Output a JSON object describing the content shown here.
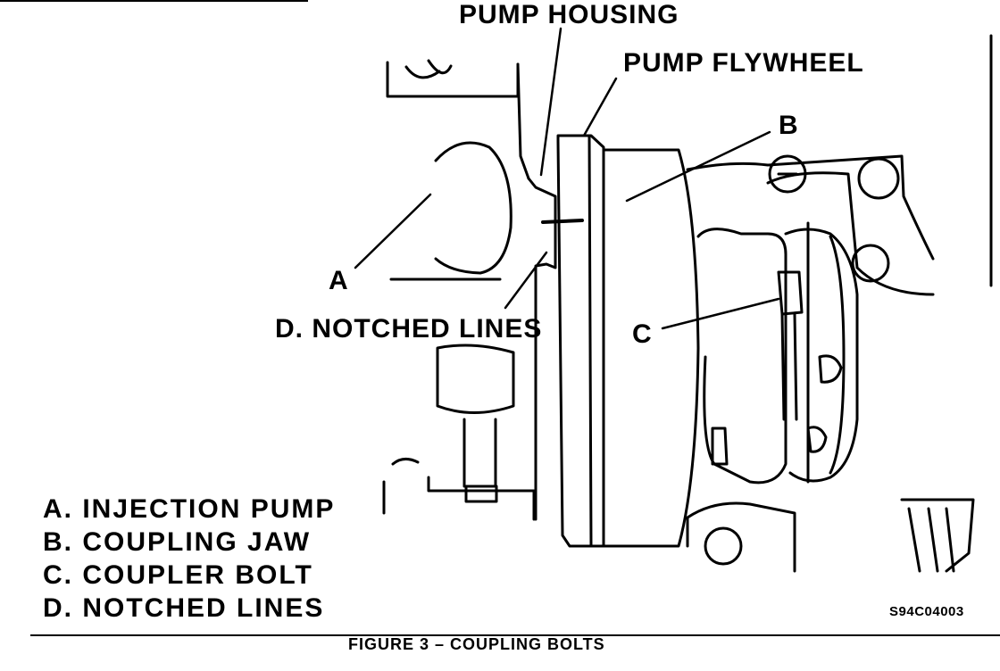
{
  "labels": {
    "pump_housing": "PUMP HOUSING",
    "pump_flywheel": "PUMP FLYWHEEL",
    "b": "B",
    "a": "A",
    "c": "C",
    "d_notched": "D. NOTCHED LINES"
  },
  "legend": [
    "A. INJECTION PUMP",
    "B. COUPLING JAW",
    "C. COUPLER BOLT",
    "D. NOTCHED LINES"
  ],
  "figure_code": "S94C04003",
  "caption": "FIGURE 3 – COUPLING BOLTS"
}
